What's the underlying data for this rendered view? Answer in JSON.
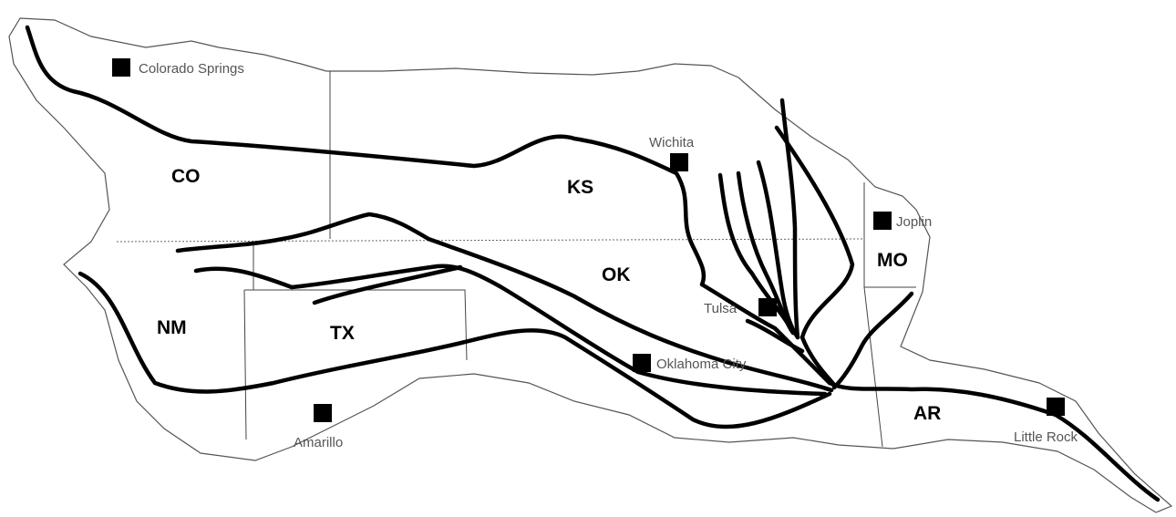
{
  "states": {
    "co": "CO",
    "ks": "KS",
    "ok": "OK",
    "mo": "MO",
    "nm": "NM",
    "tx": "TX",
    "ar": "AR"
  },
  "cities": {
    "colorado_springs": "Colorado Springs",
    "wichita": "Wichita",
    "joplin": "Joplin",
    "tulsa": "Tulsa",
    "oklahoma_city": "Oklahoma City",
    "amarillo": "Amarillo",
    "little_rock": "Little Rock"
  },
  "colors": {
    "river": "#000000",
    "city_marker": "#000000",
    "basin_outline": "#555555"
  }
}
